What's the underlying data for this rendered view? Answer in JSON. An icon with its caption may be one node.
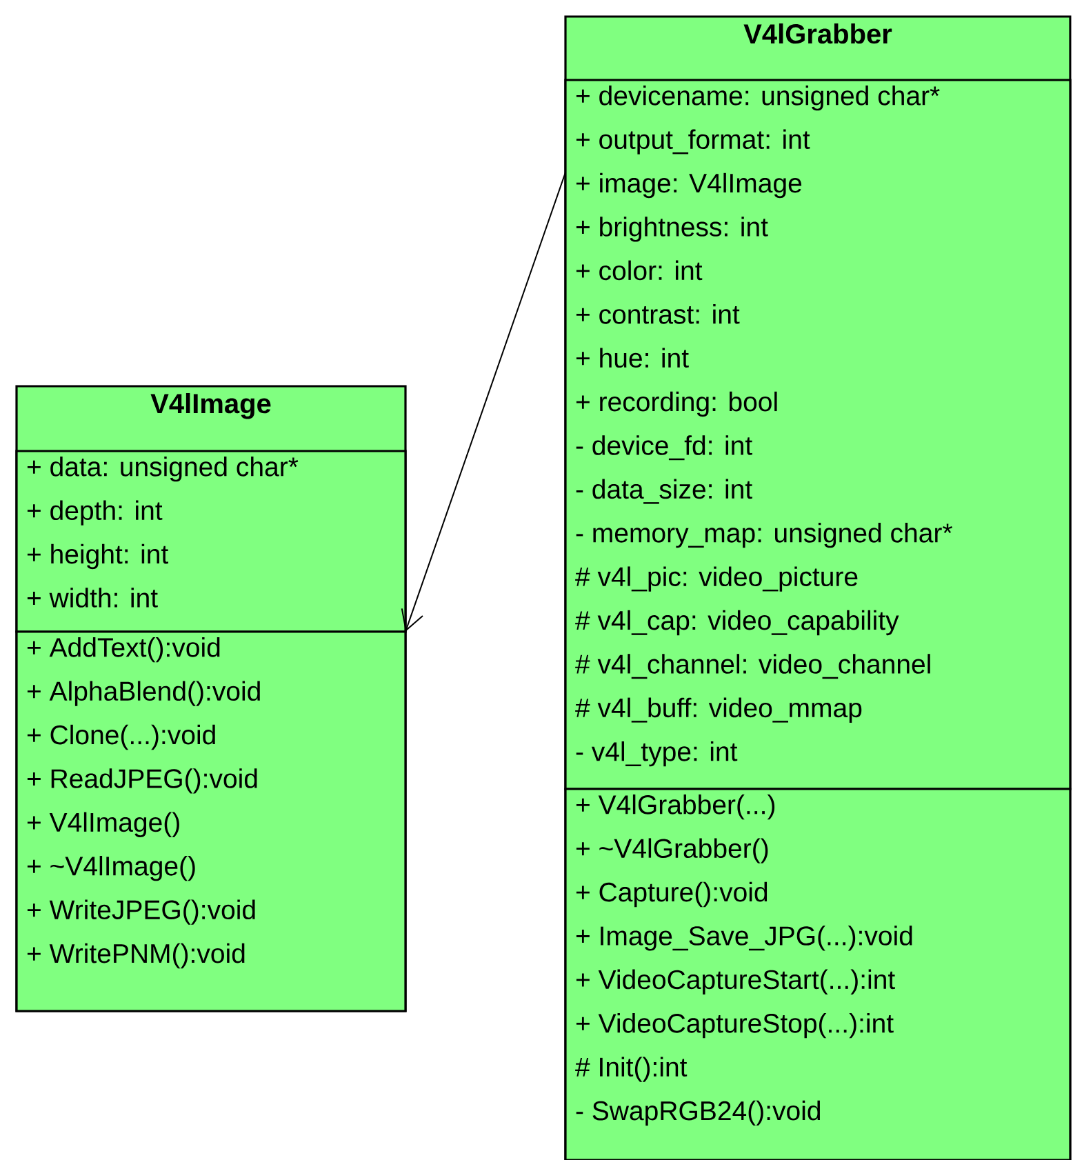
{
  "diagram": {
    "nodes": [
      {
        "text": [
          "V4lImage"
        ]
      },
      {
        "text": [
          "+ data: unsigned char*",
          "+ depth: int",
          "+ height: int",
          "+ width: int"
        ],
        "in": 0
      },
      {
        "text": [
          "+ AddText():void",
          "+ AlphaBlend():void",
          "+ Clone(...):void",
          "+ ReadJPEG():void",
          "+ V4lImage()",
          "+ ~V4lImage()",
          "+ WriteJPEG():void",
          "+ WritePNM():void"
        ],
        "in": 0
      },
      {
        "text": [
          "V4lGrabber"
        ]
      },
      {
        "text": [
          "+ devicename: unsigned char*",
          "+ output_format: int",
          "+ image: V4lImage",
          "+ brightness: int",
          "+ color: int",
          "+ contrast: int",
          "+ hue: int",
          "+ recording: bool",
          "- device_fd: int",
          "- data_size: int",
          "- memory_map: unsigned char*",
          "# v4l_pic: video_picture",
          "# v4l_cap: video_capability",
          "# v4l_channel: video_channel",
          "# v4l_buff: video_mmap",
          "- v4l_type: int"
        ],
        "in": 3
      },
      {
        "text": [
          "+ V4lGrabber(...)",
          "+ ~V4lGrabber()",
          "+ Capture():void",
          "+ Image_Save_JPG(...):void",
          "+ VideoCaptureStart(...):int",
          "+ VideoCaptureStop(...):int",
          "# Init():int",
          "- SwapRGB24():void"
        ],
        "in": 3
      }
    ],
    "edges": [
      {
        "from": 3,
        "to": 0,
        "arrow": "to"
      }
    ]
  }
}
